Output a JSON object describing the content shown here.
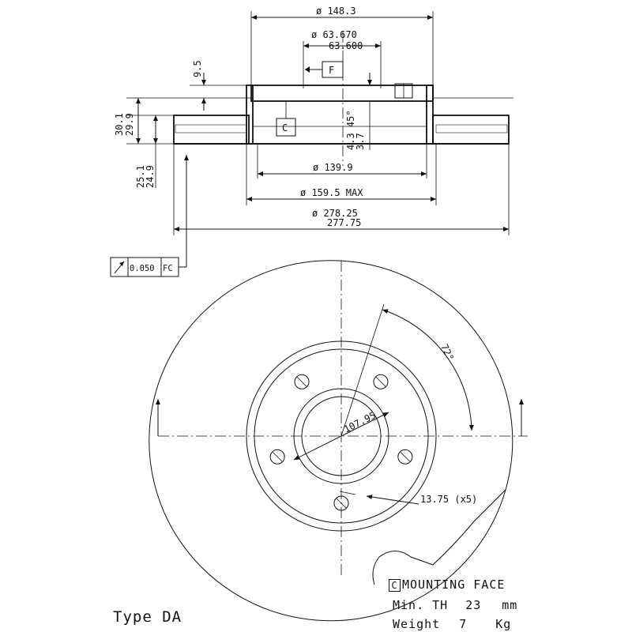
{
  "section": {
    "dia_148": "ø 148.3",
    "dia_63_upper": "ø 63.670",
    "dia_63_lower": "63.600",
    "height_9_5": "9.5",
    "datum_f": "F",
    "datum_c": "C",
    "chamfer_upper": "4.3 45°",
    "chamfer_lower": "3.7",
    "thick_upper": "30.1",
    "thick_lower": "29.9",
    "flange_upper": "25.1",
    "flange_lower": "24.9",
    "dia_139": "ø 139.9",
    "dia_159": "ø 159.5 MAX",
    "dia_278_upper": "ø 278.25",
    "dia_278_lower": "277.75",
    "runout_value": "0.050",
    "runout_datum": "FC"
  },
  "plan": {
    "angle": "72°",
    "pcd": "107.95",
    "holes": "13.75 (x5)"
  },
  "notes": {
    "mounting_box": "C",
    "mounting_face": "MOUNTING FACE",
    "min_th_label": "Min. TH",
    "min_th_value": "23",
    "min_th_unit": "mm",
    "weight_label": "Weight",
    "weight_value": "7",
    "weight_unit": "Kg",
    "type": "Type DA"
  }
}
